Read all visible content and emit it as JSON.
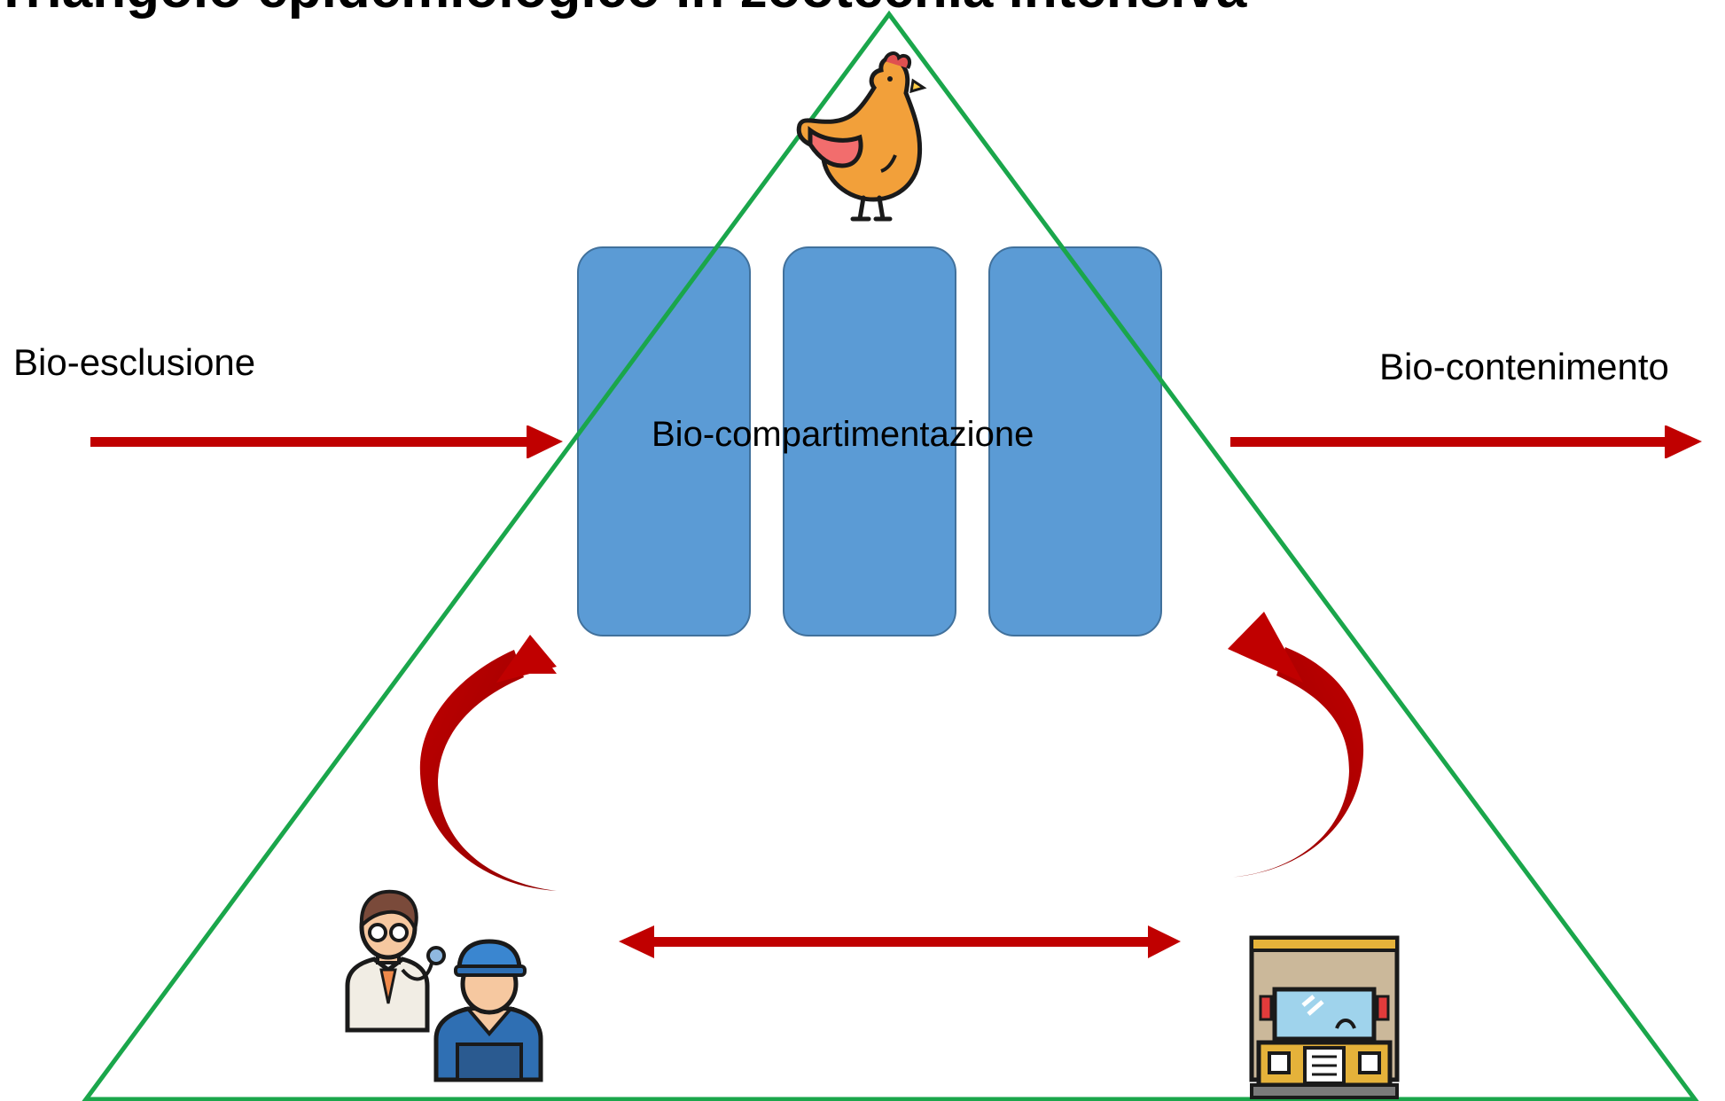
{
  "title": "Triangolo epidemiologico in zootecnia intensiva",
  "labels": {
    "left": "Bio-esclusione",
    "right": "Bio-contenimento",
    "center": "Bio-compartimentazione"
  },
  "colors": {
    "triangle": "#1aa64b",
    "arrow": "#c00000",
    "arrow_dark": "#8b0000",
    "block_fill": "#5b9bd5",
    "block_stroke": "#41719c"
  },
  "icons": {
    "top": "chicken-icon",
    "bottom_left": "vet-and-farmer-icon",
    "bottom_right": "truck-icon"
  }
}
